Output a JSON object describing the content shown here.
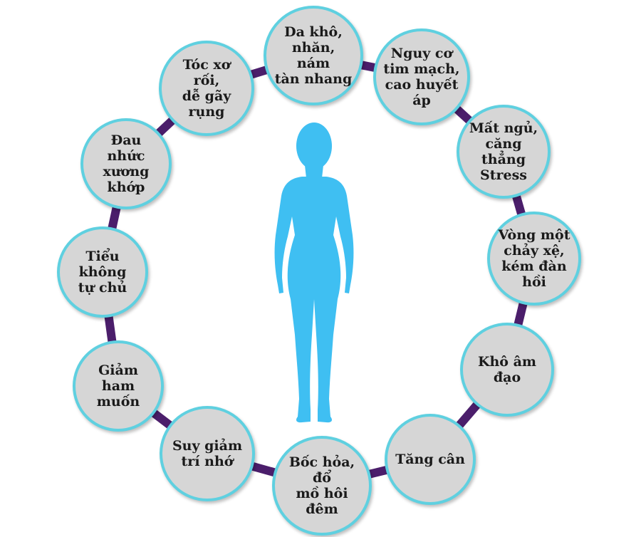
{
  "colors": {
    "node_fill": "#d6d6d6",
    "node_border": "#5fd0e0",
    "connector": "#4b1e6b",
    "figure": "#3fbff2"
  },
  "figure": {
    "icon": "woman-silhouette-icon"
  },
  "nodes": [
    {
      "id": "da-kho",
      "label": "Da khô,\nnhăn, nám\ntàn nhang"
    },
    {
      "id": "nguy-co-tim-mach",
      "label": "Nguy cơ\ntim mạch,\ncao huyết\náp"
    },
    {
      "id": "mat-ngu",
      "label": "Mất ngủ,\ncăng thẳng\nStress"
    },
    {
      "id": "vong-mot",
      "label": "Vòng một\nchảy xệ,\nkém đàn\nhồi"
    },
    {
      "id": "kho-am-dao",
      "label": "Khô âm đạo"
    },
    {
      "id": "tang-can",
      "label": "Tăng cân"
    },
    {
      "id": "boc-hoa",
      "label": "Bốc hỏa, đổ\nmồ hôi đêm"
    },
    {
      "id": "suy-giam-tri-nho",
      "label": "Suy giảm\ntrí nhớ"
    },
    {
      "id": "giam-ham-muon",
      "label": "Giảm ham\nmuốn"
    },
    {
      "id": "tieu-khong-tu-chu",
      "label": "Tiểu không\ntự chủ"
    },
    {
      "id": "dau-nhuc",
      "label": "Đau nhức\nxương khớp"
    },
    {
      "id": "toc-xo-roi",
      "label": "Tóc xơ rối,\ndễ gãy rụng"
    }
  ]
}
